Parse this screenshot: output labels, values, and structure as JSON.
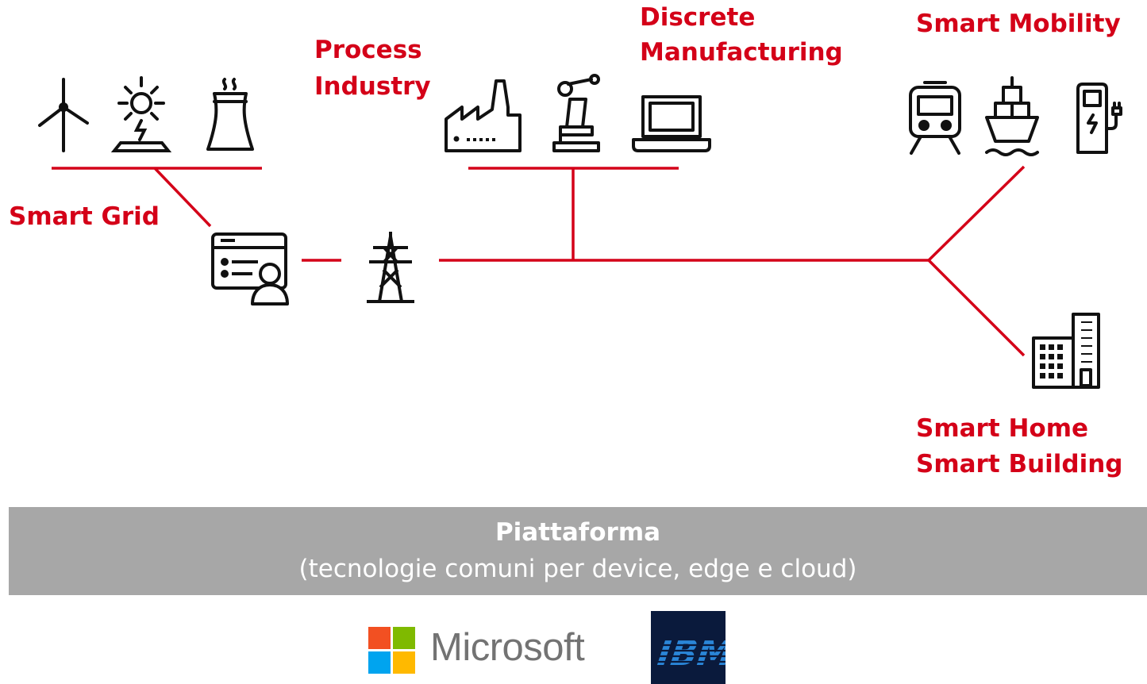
{
  "segments": {
    "smart_grid": "Smart Grid",
    "process_industry_line1": "Process",
    "process_industry_line2": "Industry",
    "discrete_line1": "Discrete",
    "discrete_line2": "Manufacturing",
    "smart_mobility": "Smart Mobility",
    "smart_home_line1": "Smart Home",
    "smart_home_line2": "Smart Building"
  },
  "platform": {
    "title": "Piattaforma",
    "subtitle": "(tecnologie comuni per device, edge e cloud)"
  },
  "logos": {
    "microsoft": "Microsoft",
    "ibm": "IBM"
  },
  "colors": {
    "accent_red": "#d40018",
    "icon_black": "#111111",
    "platform_gray": "#a7a7a7",
    "ms_red": "#f25022",
    "ms_green": "#7fba00",
    "ms_blue": "#00a4ef",
    "ms_yellow": "#ffb900",
    "ibm_blue": "#1f70c1"
  },
  "icons": [
    "wind-turbine-icon",
    "solar-panel-icon",
    "power-plant-icon",
    "control-dashboard-icon",
    "transmission-tower-icon",
    "factory-icon",
    "robot-arm-icon",
    "laptop-icon",
    "train-icon",
    "ship-icon",
    "ev-charger-icon",
    "building-icon"
  ]
}
